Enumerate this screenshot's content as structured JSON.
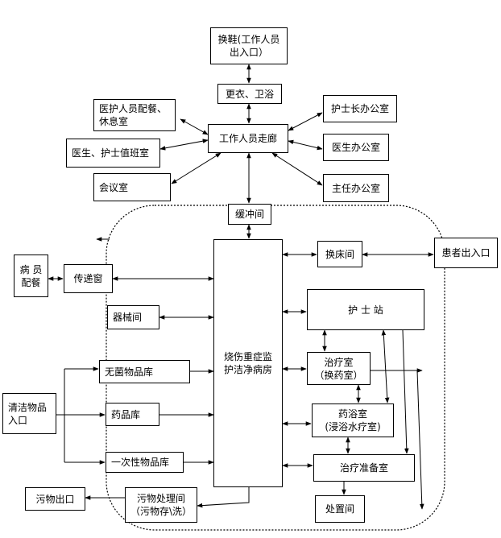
{
  "diagram": {
    "nodes": {
      "changing_shoes": "换鞋(工作人员\n出入口）",
      "changing_room": "更衣、卫浴",
      "staff_corridor": "工作人员走廊",
      "staff_dining_rest": "医护人员配餐、\n休息室",
      "duty_room": "医生、护士值班室",
      "meeting_room": "会议室",
      "head_nurse_office": "护士长办公室",
      "doctor_office": "医生办公室",
      "director_office": "主任办公室",
      "buffer_room": "缓冲间",
      "bed_change_room": "换床间",
      "patient_entrance": "患者出入口",
      "patient_dining": "病 员\n配餐",
      "pass_window": "传递窗",
      "instrument_room": "器械间",
      "burn_ward": "烧伤重症监\n护洁净病房",
      "nurse_station": "护 士 站",
      "sterile_storage": "无菌物品库",
      "treatment_room": "治疗室\n（换药室）",
      "clean_entrance": "清洁物品\n入口",
      "pharmacy": "药品库",
      "bath_room": "药浴室\n(浸浴水疗室)",
      "disposable_storage": "一次性物品库",
      "treatment_prep": "治疗准备室",
      "dirty_exit": "污物出口",
      "dirty_processing": "污物处理间\n（污物存\\洗）",
      "disposal_room": "处置间"
    }
  }
}
